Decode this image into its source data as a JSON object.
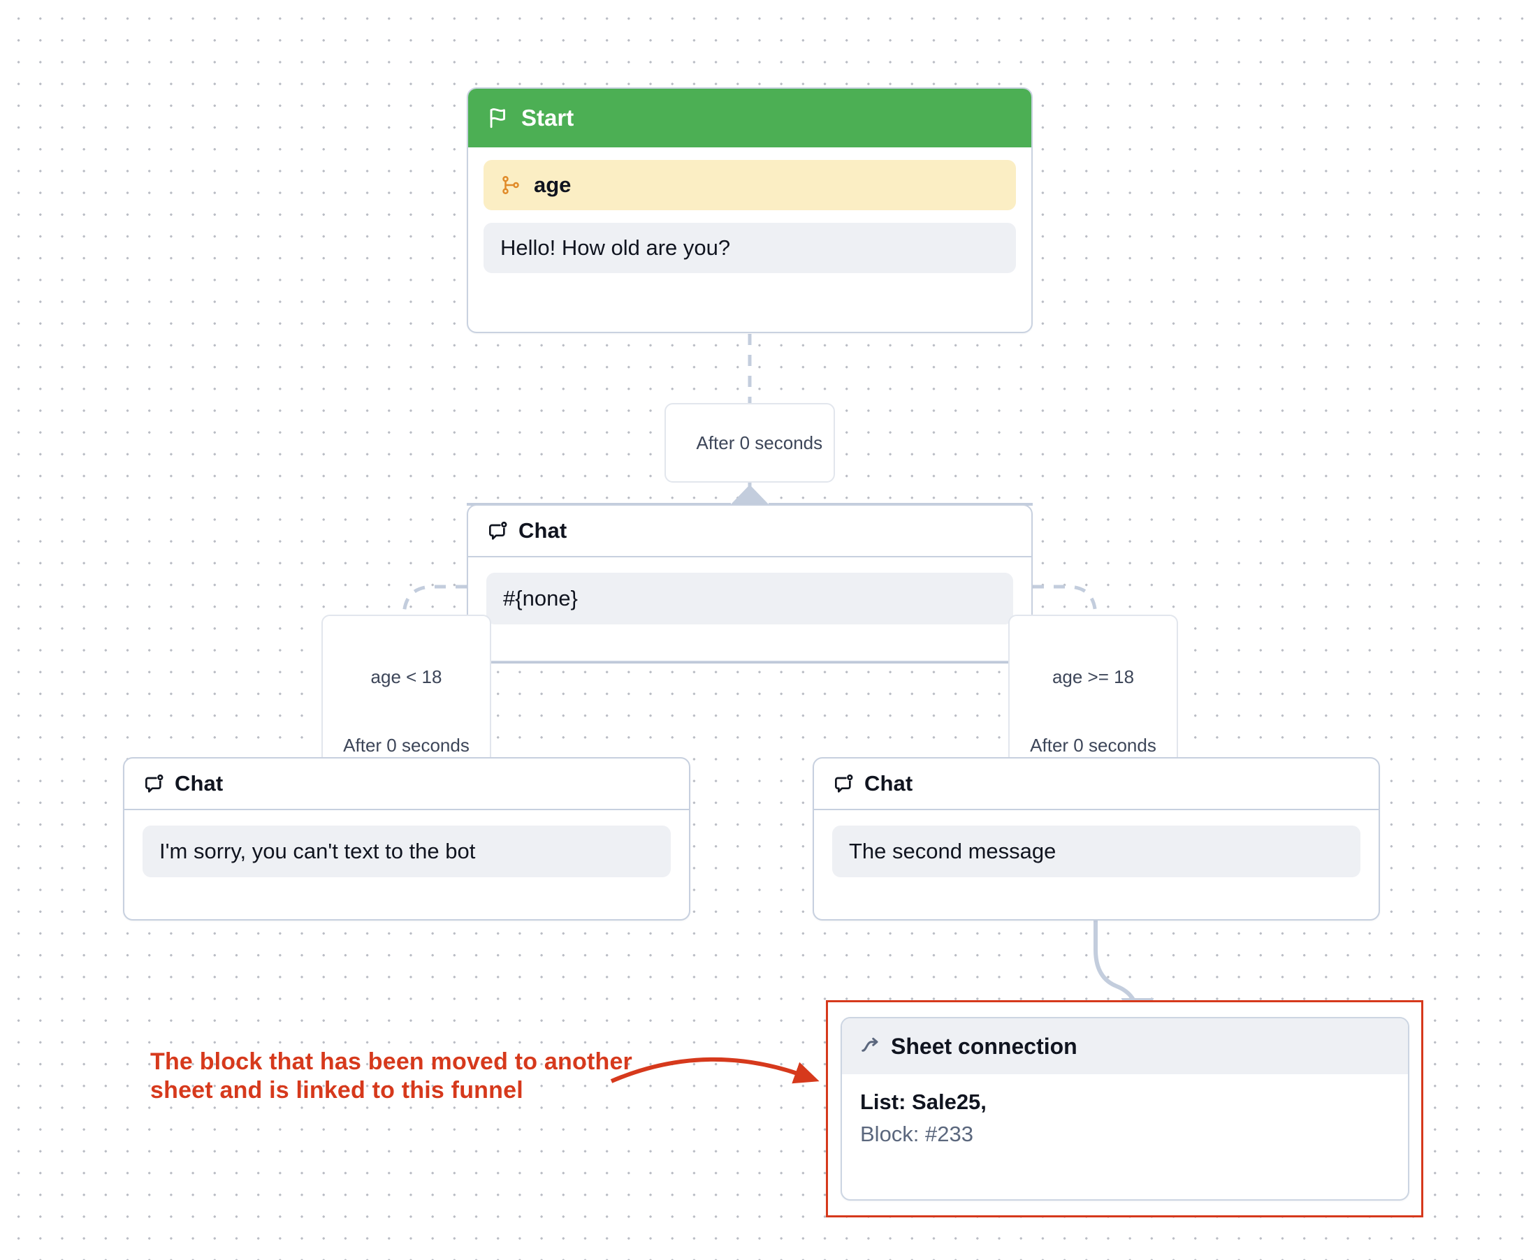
{
  "canvas": {
    "grid": "dot-grid",
    "background_color": "#ffffff",
    "dot_color": "#b9bcc4"
  },
  "colors": {
    "start_header": "#4caf54",
    "variable_pill": "#fbeec4",
    "variable_icon": "#e08a28",
    "message_box": "#eef0f4",
    "node_border": "#c7d0df",
    "edge": "#c3cddd",
    "annotation": "#d6391c",
    "highlight_border": "#d6391c",
    "muted_text": "#5b677d"
  },
  "nodes": {
    "start": {
      "icon": "flag-icon",
      "title": "Start",
      "variable": {
        "icon": "branch-icon",
        "label": "age"
      },
      "message": "Hello! How old are you?"
    },
    "chat_main": {
      "icon": "chat-bubble-icon",
      "title": "Chat",
      "message": "#{none}"
    },
    "chat_left": {
      "icon": "chat-bubble-icon",
      "title": "Chat",
      "message": "I'm sorry, you can't text to the bot"
    },
    "chat_right": {
      "icon": "chat-bubble-icon",
      "title": "Chat",
      "message": "The second message"
    },
    "sheet_connection": {
      "icon": "arrow-curve-up-right-icon",
      "title": "Sheet connection",
      "list_line": "List: Sale25,",
      "block_line": "Block: #233"
    }
  },
  "edges": {
    "start_to_chat": {
      "label": "After 0 seconds"
    },
    "chat_to_left": {
      "condition": "age < 18",
      "delay": "After 0 seconds"
    },
    "chat_to_right": {
      "condition": "age >= 18",
      "delay": "After 0 seconds"
    }
  },
  "annotation": {
    "text": "The block that has been moved to another sheet and is linked to this funnel"
  }
}
